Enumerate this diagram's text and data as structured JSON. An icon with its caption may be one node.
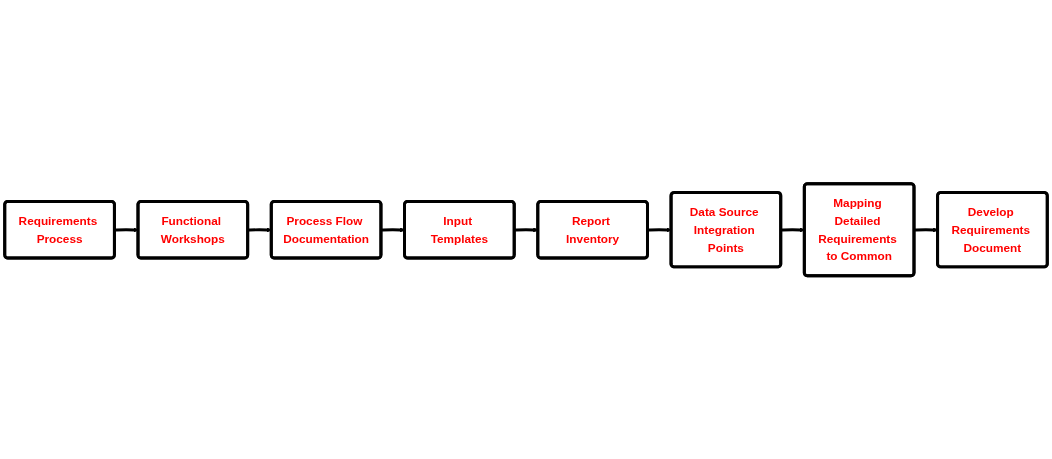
{
  "diagram": {
    "nodes": [
      {
        "text": [
          "Requirements Process"
        ]
      },
      {
        "text": [
          "Functional Workshops"
        ]
      },
      {
        "text": [
          "Process Flow Documentation"
        ]
      },
      {
        "text": [
          "Input Templates"
        ]
      },
      {
        "text": [
          "Report Inventory"
        ]
      },
      {
        "text": [
          "Data Source Integration Points"
        ]
      },
      {
        "text": [
          "Mapping Detailed Requirements to Common"
        ]
      },
      {
        "text": [
          "Develop Requirements Document"
        ]
      }
    ],
    "edges": [
      {
        "from": 0,
        "to": 1,
        "arrow": "to"
      },
      {
        "from": 1,
        "to": 2,
        "arrow": "to"
      },
      {
        "from": 2,
        "to": 3,
        "arrow": "to"
      },
      {
        "from": 3,
        "to": 4,
        "arrow": "to"
      },
      {
        "from": 4,
        "to": 5,
        "arrow": "to"
      },
      {
        "from": 5,
        "to": 6,
        "arrow": "to"
      },
      {
        "from": 6,
        "to": 7,
        "arrow": "to"
      }
    ]
  }
}
